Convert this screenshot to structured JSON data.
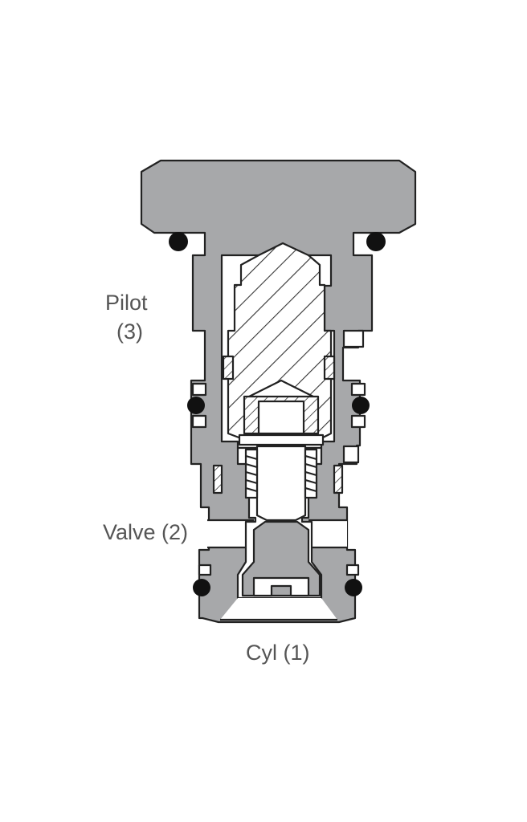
{
  "ports": {
    "pilot": {
      "name": "Pilot",
      "number": "(3)"
    },
    "valve": {
      "label": "Valve (2)"
    },
    "cyl": {
      "label": "Cyl (1)"
    }
  },
  "colors": {
    "body": "#a7a8aa",
    "outline": "#222222",
    "cavity": "#ffffff",
    "seal": "#111111",
    "hatch": "#333333",
    "text": "#555555"
  }
}
